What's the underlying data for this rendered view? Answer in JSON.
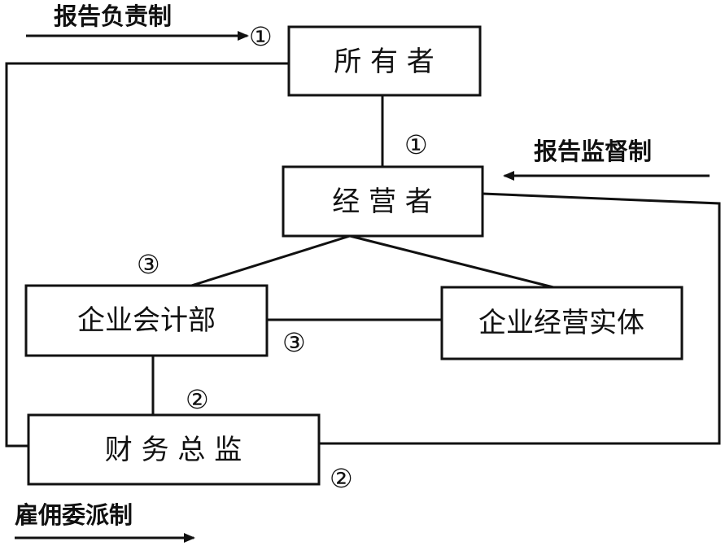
{
  "nodes": {
    "owner": "所 有 者",
    "operator": "经 营 者",
    "accounting_dept": "企业会计部",
    "business_entity": "企业经营实体",
    "cfo": "财 务 总 监"
  },
  "legend": {
    "reporting_responsibility": "报告负责制",
    "reporting_supervision": "报告监督制",
    "employment_appointment": "雇佣委派制"
  },
  "markers": {
    "one_a": "①",
    "one_b": "①",
    "two_a": "②",
    "two_b": "②",
    "three_a": "③",
    "three_b": "③"
  }
}
